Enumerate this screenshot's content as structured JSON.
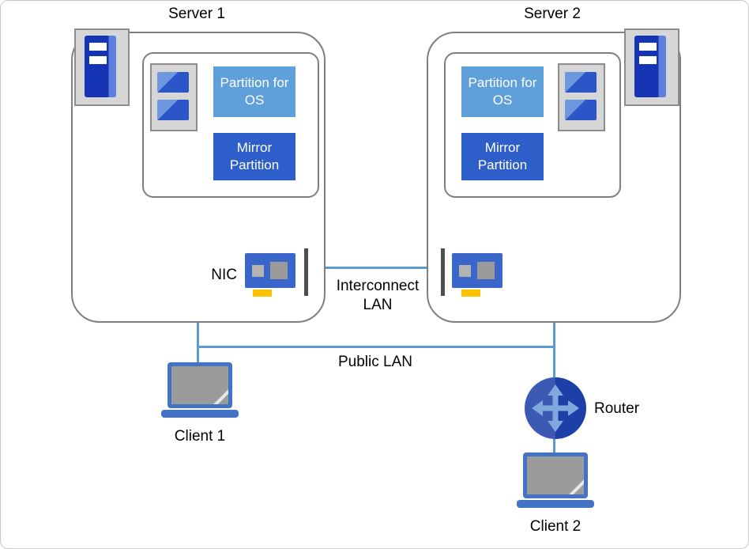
{
  "diagram": {
    "server1": {
      "title": "Server 1",
      "partition_os": "Partition for OS",
      "mirror_partition": "Mirror Partition"
    },
    "server2": {
      "title": "Server 2",
      "partition_os": "Partition for OS",
      "mirror_partition": "Mirror Partition"
    },
    "labels": {
      "nic": "NIC",
      "interconnect_lan": "Interconnect LAN",
      "public_lan": "Public LAN",
      "client1": "Client 1",
      "client2": "Client 2",
      "router": "Router"
    },
    "icons": [
      "server-tower-icon",
      "disk-stack-icon",
      "nic-icon",
      "laptop-icon",
      "router-icon"
    ],
    "colors": {
      "partition_os_fill": "#5FA0DA",
      "mirror_partition_fill": "#2E5EC9",
      "connector_line": "#5B9BD5",
      "box_border": "#7F7F7F",
      "nic_card": "#3A66C9",
      "nic_pin": "#FFC000",
      "tower_blue": "#1535B5",
      "laptop_blue": "#4472C4",
      "router_blue": "#1D3FA8",
      "icon_panel_gray": "#D6D6D6"
    }
  }
}
